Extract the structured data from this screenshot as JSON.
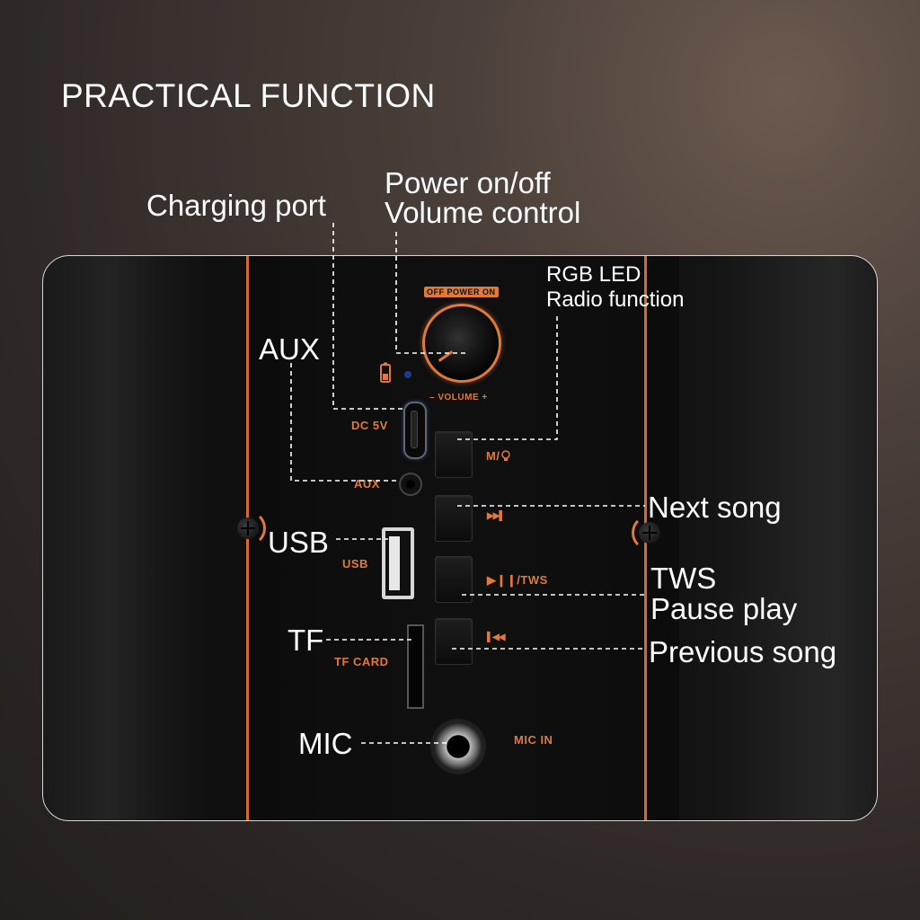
{
  "title": "PRACTICAL FUNCTION",
  "callouts": {
    "charging_port": "Charging port",
    "power_line1": "Power on/off",
    "power_line2": "Volume control",
    "rgb_line1": "RGB LED",
    "rgb_line2": "Radio function",
    "aux": "AUX",
    "next_song": "Next song",
    "usb": "USB",
    "tws_line1": "TWS",
    "tws_line2": "Pause play",
    "tf": "TF",
    "previous_song": "Previous song",
    "mic": "MIC"
  },
  "panel": {
    "power_label": "OFF POWER ON",
    "volume_label": "– VOLUME +",
    "dc_label": "DC 5V",
    "mode_label": "M/",
    "aux_label": "AUX",
    "next_label": "▶▶▌",
    "usb_label": "USB",
    "play_label": "▶❙❙/TWS",
    "prev_label": "▌◀◀",
    "tf_label": "TF CARD",
    "mic_label": "MIC IN"
  },
  "colors": {
    "accent": "#e07a3a",
    "text": "#ffffff"
  },
  "icons": [
    "battery-icon",
    "bulb-icon",
    "screw-icon"
  ]
}
